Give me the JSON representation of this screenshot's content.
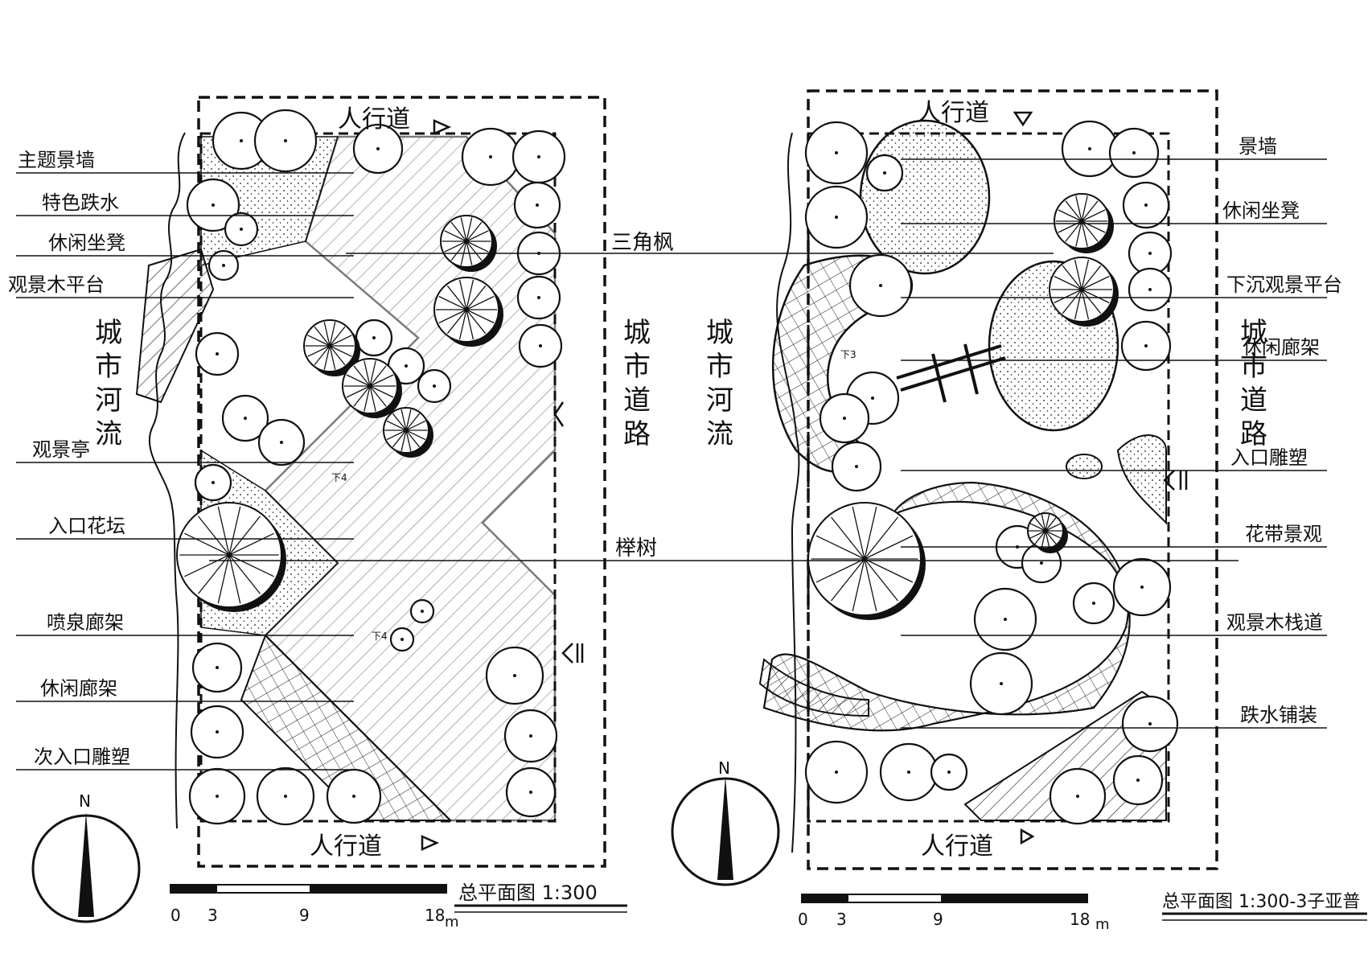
{
  "plan_left": {
    "sidewalk_top": "人行道",
    "sidewalk_bottom": "人行道",
    "river": "城市河流",
    "road": "城市道路",
    "labels_left": [
      "主题景墙",
      "特色跌水",
      "休闲坐凳",
      "观景木平台",
      "观景亭",
      "入口花坛",
      "喷泉廊架",
      "休闲廊架",
      "次入口雕塑"
    ],
    "label_maple": "三角枫",
    "label_zelkova": "榉树",
    "level_marks": [
      "下4",
      "下4"
    ],
    "title": "总平面图 1:300",
    "scale_ticks": [
      "0",
      "3",
      "9",
      "18"
    ],
    "scale_unit": "m",
    "north": "N"
  },
  "plan_right": {
    "sidewalk_top": "人行道",
    "sidewalk_bottom": "人行道",
    "river": "城市河流",
    "road": "城市道路",
    "labels_right": [
      "景墙",
      "休闲坐凳",
      "下沉观景平台",
      "休闲廊架",
      "入口雕塑",
      "花带景观",
      "观景木栈道",
      "跌水铺装"
    ],
    "level_marks": [
      "下3"
    ],
    "title": "总平面图 1:300-3子亚普",
    "scale_ticks": [
      "0",
      "3",
      "9",
      "18"
    ],
    "scale_unit": "m",
    "north": "N"
  },
  "colors": {
    "ink": "#111111",
    "paper": "#ffffff"
  }
}
